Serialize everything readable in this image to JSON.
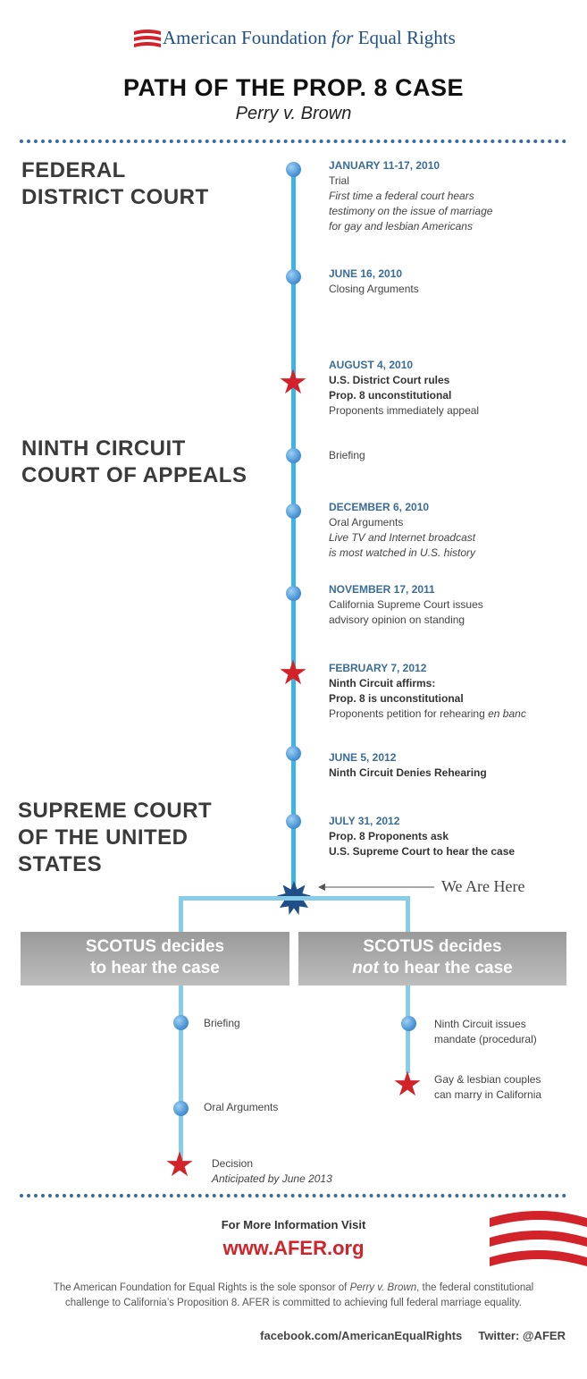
{
  "header": {
    "logo_name": "American Foundation",
    "logo_for": "for",
    "logo_name_end": "Equal Rights",
    "title": "PATH OF THE PROP. 8 CASE",
    "subtitle": "Perry v. Brown"
  },
  "sections": {
    "district": "FEDERAL\nDISTRICT COURT",
    "ninth": "NINTH CIRCUIT\nCOURT OF APPEALS",
    "supreme": "SUPREME COURT\nOF THE UNITED\nSTATES"
  },
  "events": [
    {
      "date": "JANUARY 11-17, 2010",
      "l1": "Trial",
      "l2": "First time a federal court hears",
      "l3": "testimony on the issue of marriage",
      "l4": "for gay and lesbian Americans"
    },
    {
      "date": "JUNE 16, 2010",
      "l1": "Closing Arguments"
    },
    {
      "date": "AUGUST 4, 2010",
      "l1": "U.S. District Court rules",
      "l2": "Prop. 8 unconstitutional",
      "l3": "Proponents immediately appeal"
    },
    {
      "l1": "Briefing"
    },
    {
      "date": "DECEMBER 6, 2010",
      "l1": "Oral Arguments",
      "l2": "Live TV and Internet broadcast",
      "l3": "is most watched in U.S. history"
    },
    {
      "date": "NOVEMBER 17, 2011",
      "l1": "California Supreme Court issues",
      "l2": "advisory opinion on standing"
    },
    {
      "date": "FEBRUARY 7, 2012",
      "l1": "Ninth Circuit affirms:",
      "l2": "Prop. 8 is unconstitutional",
      "l3": "Proponents petition for rehearing",
      "l3b": "en banc"
    },
    {
      "date": "JUNE 5, 2012",
      "l1": "Ninth Circuit Denies Rehearing"
    },
    {
      "date": "JULY 31, 2012",
      "l1": "Prop. 8 Proponents ask",
      "l2": "U.S. Supreme Court to hear the case"
    }
  ],
  "we_are_here": "We Are Here",
  "branches": {
    "left_box_l1": "SCOTUS decides",
    "left_box_l2": "to hear the case",
    "right_box_l1": "SCOTUS decides",
    "right_box_not": "not",
    "right_box_l2": "to hear the case",
    "left_events": [
      {
        "l1": "Briefing"
      },
      {
        "l1": "Oral Arguments"
      },
      {
        "l1": "Decision",
        "l2": "Anticipated by June 2013"
      }
    ],
    "right_events": [
      {
        "l1": "Ninth Circuit issues",
        "l2": "mandate (procedural)"
      },
      {
        "l1": "Gay & lesbian couples",
        "l2": "can marry in California"
      }
    ]
  },
  "footer": {
    "more_info": "For More Information Visit",
    "url": "www.AFER.org",
    "sponsor_a": "The American Foundation for Equal Rights is the sole sponsor of",
    "sponsor_case": "Perry v. Brown",
    "sponsor_b": ", the federal constitutional",
    "sponsor_c": "challenge to California’s Proposition 8. AFER is committed to achieving full federal marriage equality.",
    "facebook": "facebook.com/AmericanEqualRights",
    "twitter": "Twitter: @AFER"
  },
  "colors": {
    "accent_red": "#d2232a",
    "accent_blue": "#3a6c98",
    "line_blue": "#3ab5e5",
    "box_gray": "#a8a8a8"
  }
}
